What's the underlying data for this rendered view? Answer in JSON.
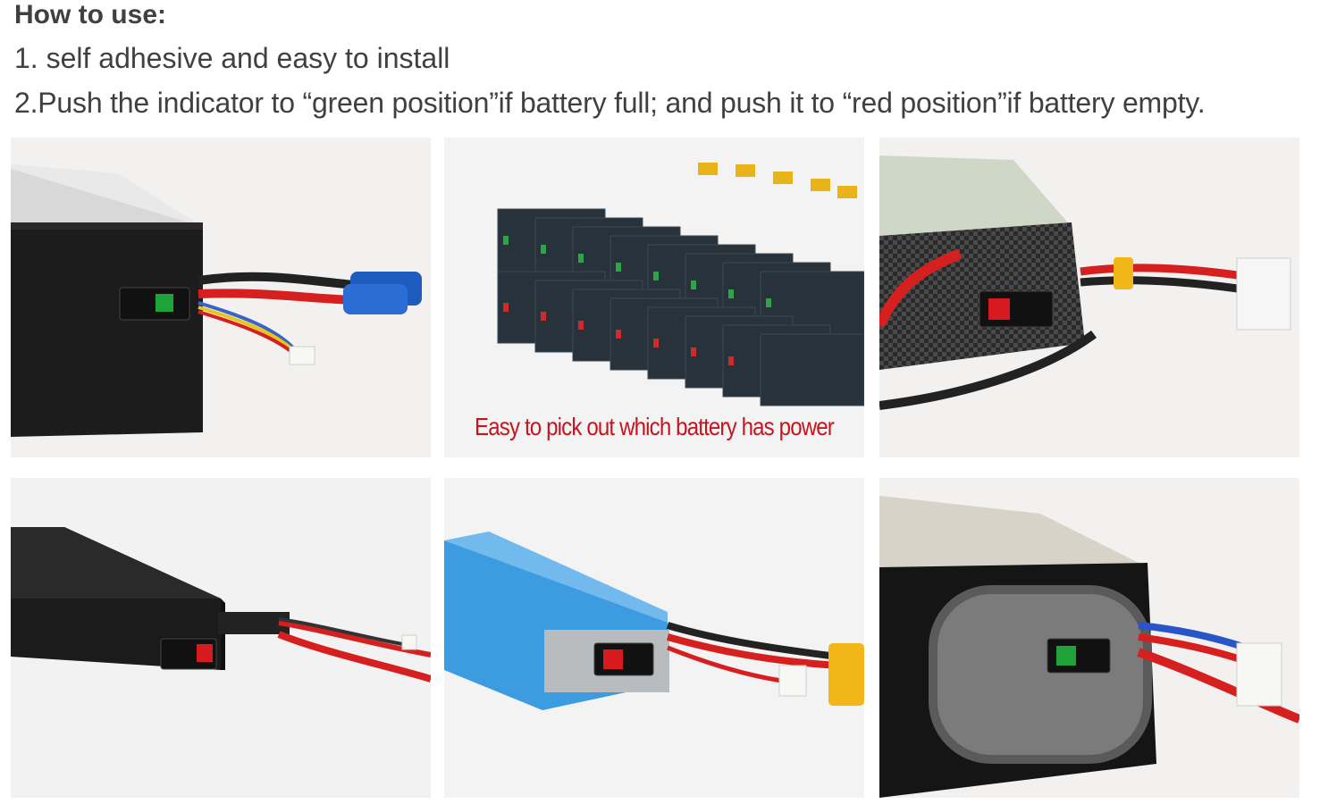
{
  "instructions": {
    "heading": "How to use:",
    "step1": "1. self adhesive and easy to install",
    "step2": "2.Push the indicator to “green position”if battery full; and push it to “red position”if battery empty."
  },
  "photos": [
    {
      "indicator": "green",
      "indicator_color": "#1fa339"
    },
    {
      "caption": "Easy to pick out which battery has power"
    },
    {
      "indicator": "red",
      "indicator_color": "#d61a1f"
    },
    {
      "indicator": "red",
      "indicator_color": "#d61a1f"
    },
    {
      "indicator": "red",
      "indicator_color": "#d61a1f"
    },
    {
      "indicator": "green",
      "indicator_color": "#1fa339"
    }
  ],
  "colors": {
    "text": "#404040",
    "caption": "#c8141e",
    "battery_black": "#1a1a1a",
    "battery_blue": "#3d9be0",
    "wire_red": "#d62020",
    "connector_blue": "#1e5bbf",
    "connector_yellow": "#f2b619"
  }
}
